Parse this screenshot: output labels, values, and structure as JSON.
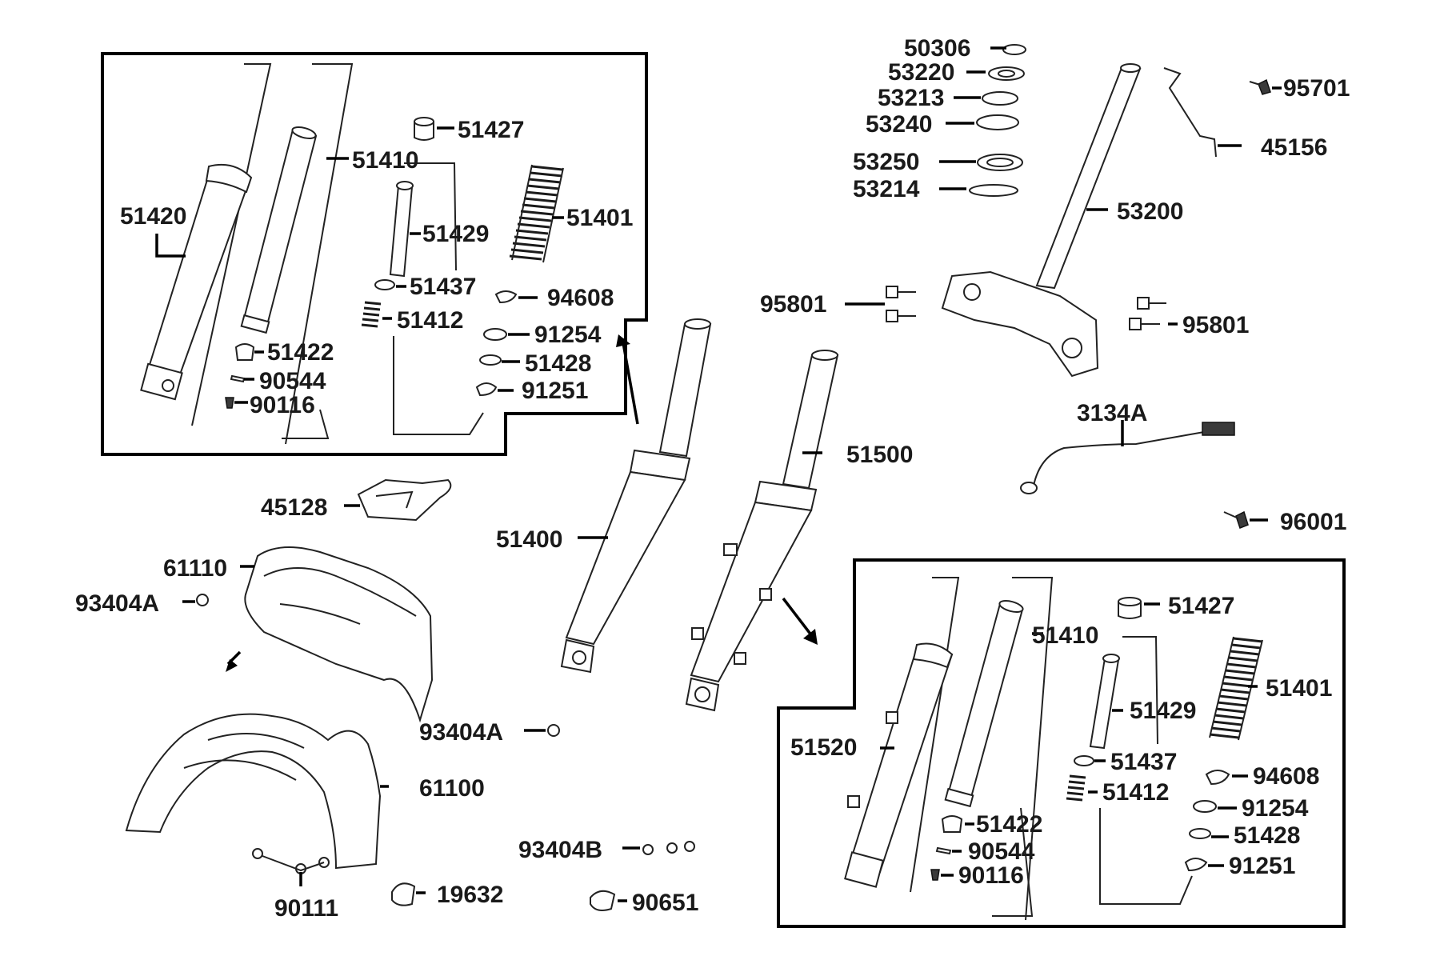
{
  "diagram": {
    "labels": {
      "p51420_top": "51420",
      "p51410_top": "51410",
      "p51427_top": "51427",
      "p51429_top": "51429",
      "p51401_top": "51401",
      "p51437_top": "51437",
      "p94608_top": "94608",
      "p51412_top": "51412",
      "p91254_top": "91254",
      "p51422_top": "51422",
      "p51428_top": "51428",
      "p90544_top": "90544",
      "p91251_top": "91251",
      "p90116_top": "90116",
      "p50306": "50306",
      "p53220": "53220",
      "p53213": "53213",
      "p53240": "53240",
      "p53250": "53250",
      "p53214": "53214",
      "p53200": "53200",
      "p95701": "95701",
      "p45156": "45156",
      "p95801_left": "95801",
      "p95801_right": "95801",
      "p3134A": "3134A",
      "p96001": "96001",
      "p51500": "51500",
      "p51400": "51400",
      "p45128": "45128",
      "p61110": "61110",
      "p93404A_left": "93404A",
      "p93404A_mid": "93404A",
      "p61100": "61100",
      "p93404B": "93404B",
      "p90111": "90111",
      "p19632": "19632",
      "p90651": "90651",
      "p51427_bot": "51427",
      "p51410_bot": "51410",
      "p51401_bot": "51401",
      "p51429_bot": "51429",
      "p51520": "51520",
      "p51437_bot": "51437",
      "p94608_bot": "94608",
      "p51412_bot": "51412",
      "p91254_bot": "91254",
      "p51422_bot": "51422",
      "p51428_bot": "51428",
      "p90544_bot": "90544",
      "p91251_bot": "91251",
      "p90116_bot": "90116"
    }
  }
}
